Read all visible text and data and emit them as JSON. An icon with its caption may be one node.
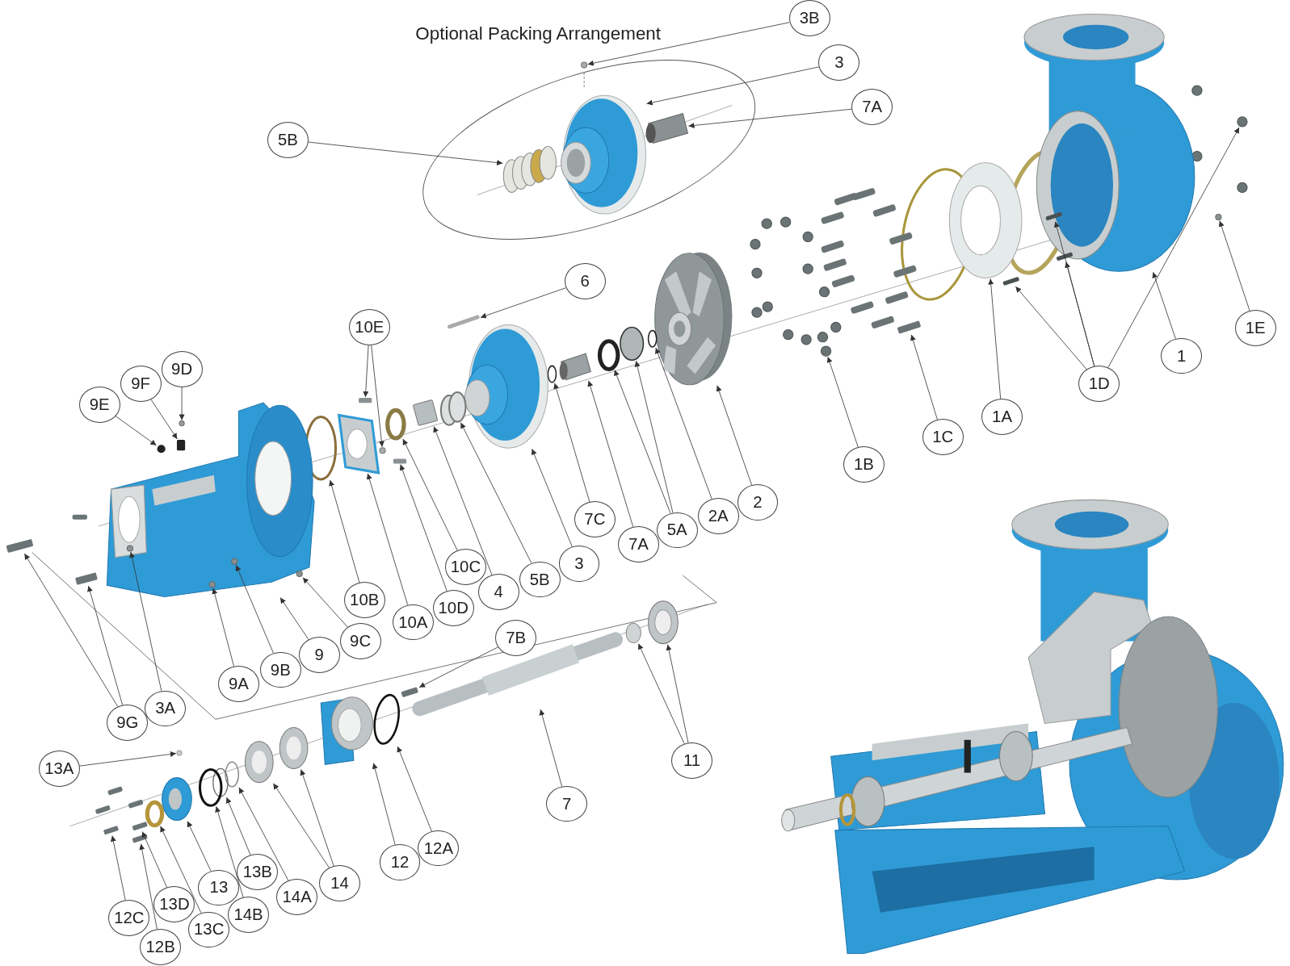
{
  "diagram": {
    "nodes": [
      {
        "text": [
          "3B"
        ]
      },
      {
        "text": [
          "3"
        ]
      },
      {
        "text": [
          "7A"
        ]
      },
      {
        "text": [
          "5B"
        ]
      },
      {
        "text": [
          "6"
        ]
      },
      {
        "text": [
          "10E"
        ]
      },
      {
        "text": [
          "1E"
        ]
      },
      {
        "text": [
          "1"
        ]
      },
      {
        "text": [
          "9D"
        ]
      },
      {
        "text": [
          "9F"
        ]
      },
      {
        "text": [
          "1D"
        ]
      },
      {
        "text": [
          "9E"
        ]
      },
      {
        "text": [
          "1A"
        ]
      },
      {
        "text": [
          "1C"
        ]
      },
      {
        "text": [
          "1B"
        ]
      },
      {
        "text": [
          "2"
        ]
      },
      {
        "text": [
          "2A"
        ]
      },
      {
        "text": [
          "7C"
        ]
      },
      {
        "text": [
          "5A"
        ]
      },
      {
        "text": [
          "7A"
        ]
      },
      {
        "text": [
          "3"
        ]
      },
      {
        "text": [
          "10C"
        ]
      },
      {
        "text": [
          "5B"
        ]
      },
      {
        "text": [
          "4"
        ]
      },
      {
        "text": [
          "10B"
        ]
      },
      {
        "text": [
          "10D"
        ]
      },
      {
        "text": [
          "10A"
        ]
      },
      {
        "text": [
          "7B"
        ]
      },
      {
        "text": [
          "9C"
        ]
      },
      {
        "text": [
          "9"
        ]
      },
      {
        "text": [
          "9B"
        ]
      },
      {
        "text": [
          "9A"
        ]
      },
      {
        "text": [
          "3A"
        ]
      },
      {
        "text": [
          "9G"
        ]
      },
      {
        "text": [
          "11"
        ]
      },
      {
        "text": [
          "13A"
        ]
      },
      {
        "text": [
          "7"
        ]
      },
      {
        "text": [
          "12A"
        ]
      },
      {
        "text": [
          "12"
        ]
      },
      {
        "text": [
          "13B"
        ]
      },
      {
        "text": [
          "14"
        ]
      },
      {
        "text": [
          "13"
        ]
      },
      {
        "text": [
          "14A"
        ]
      },
      {
        "text": [
          "13D"
        ]
      },
      {
        "text": [
          "14B"
        ]
      },
      {
        "text": [
          "12C"
        ]
      },
      {
        "text": [
          "13C"
        ]
      },
      {
        "text": [
          "12B"
        ]
      },
      {
        "text": [],
        "shape": "circle"
      },
      {
        "text": [],
        "shape": "picture"
      },
      {
        "text": [],
        "shape": "picture"
      },
      {
        "text": [],
        "shape": "picture"
      },
      {
        "text": [],
        "shape": "box"
      },
      {
        "text": [],
        "shape": "box"
      },
      {
        "text": [],
        "shape": "circle"
      },
      {
        "text": [],
        "shape": "circle"
      },
      {
        "text": [],
        "shape": "picture"
      },
      {
        "text": [],
        "shape": "circle"
      },
      {
        "text": [],
        "shape": "box"
      },
      {
        "text": [],
        "shape": "box"
      },
      {
        "text": [],
        "shape": "box"
      },
      {
        "text": [],
        "shape": "box",
        "in": 56
      },
      {
        "text": [],
        "shape": "circle"
      },
      {
        "text": [],
        "shape": "circle"
      },
      {
        "text": [],
        "shape": "picture"
      },
      {
        "text": [],
        "shape": "box"
      },
      {
        "text": [],
        "shape": "circle"
      },
      {
        "text": [],
        "shape": "picture"
      },
      {
        "text": [],
        "shape": "circle"
      },
      {
        "text": [],
        "shape": "circle"
      },
      {
        "text": [],
        "shape": "circle"
      },
      {
        "text": [],
        "shape": "circle"
      },
      {
        "text": [],
        "shape": "picture"
      },
      {
        "text": [],
        "shape": "picture"
      },
      {
        "text": [],
        "shape": "circle"
      },
      {
        "text": [],
        "shape": "circle"
      },
      {
        "text": [],
        "shape": "box"
      },
      {
        "text": [],
        "shape": "circle"
      },
      {
        "text": [],
        "shape": "box"
      },
      {
        "text": [],
        "shape": "picture"
      },
      {
        "text": [],
        "shape": "box"
      },
      {
        "text": [],
        "shape": "circle"
      },
      {
        "text": [],
        "shape": "picture"
      },
      {
        "text": [],
        "shape": "circle",
        "in": 82
      },
      {
        "text": [],
        "shape": "circle",
        "in": 82
      },
      {
        "text": [],
        "shape": "circle",
        "in": 82
      },
      {
        "text": [],
        "shape": "box"
      },
      {
        "text": [],
        "shape": "box"
      },
      {
        "text": [],
        "shape": "circle"
      },
      {
        "text": [],
        "shape": "picture"
      },
      {
        "text": [],
        "shape": "circle"
      },
      {
        "text": [],
        "shape": "picture"
      },
      {
        "text": [],
        "shape": "circle"
      },
      {
        "text": [],
        "shape": "picture"
      },
      {
        "text": [],
        "shape": "circle"
      },
      {
        "text": [],
        "shape": "picture"
      },
      {
        "text": [],
        "shape": "picture"
      },
      {
        "text": [],
        "shape": "picture"
      },
      {
        "text": [],
        "shape": "circle"
      },
      {
        "text": [],
        "shape": "box"
      },
      {
        "text": [],
        "shape": "circle"
      },
      {
        "text": [],
        "shape": "box"
      },
      {
        "text": [],
        "shape": "circle"
      },
      {
        "text": [],
        "shape": "box"
      }
    ],
    "edges": [
      {
        "from": 0,
        "to": 48,
        "arrow": "to"
      },
      {
        "from": 1,
        "to": 49,
        "arrow": "to"
      },
      {
        "from": 2,
        "to": 50,
        "arrow": "to"
      },
      {
        "from": 3,
        "to": 51,
        "arrow": "to"
      },
      {
        "from": 4,
        "to": 52,
        "arrow": "to"
      },
      {
        "from": 5,
        "to": 53,
        "arrow": "to"
      },
      {
        "from": 5,
        "to": 54,
        "arrow": "to"
      },
      {
        "from": 6,
        "to": 55,
        "arrow": "to"
      },
      {
        "from": 7,
        "to": 56,
        "arrow": "to"
      },
      {
        "from": 8,
        "to": 57,
        "arrow": "to"
      },
      {
        "from": 9,
        "to": 58,
        "arrow": "to"
      },
      {
        "from": 10,
        "to": 59,
        "arrow": "to"
      },
      {
        "from": 10,
        "to": 60,
        "arrow": "to"
      },
      {
        "from": 10,
        "to": 61,
        "arrow": "to"
      },
      {
        "from": 10,
        "to": 62,
        "arrow": "to"
      },
      {
        "from": 11,
        "to": 63,
        "arrow": "to"
      },
      {
        "from": 12,
        "to": 64,
        "arrow": "to"
      },
      {
        "from": 13,
        "to": 65,
        "arrow": "to"
      },
      {
        "from": 14,
        "to": 66,
        "arrow": "to"
      },
      {
        "from": 15,
        "to": 67,
        "arrow": "to"
      },
      {
        "from": 16,
        "to": 68,
        "arrow": "to"
      },
      {
        "from": 17,
        "to": 69,
        "arrow": "to"
      },
      {
        "from": 18,
        "to": 70,
        "arrow": "to"
      },
      {
        "from": 18,
        "to": 71,
        "arrow": "to"
      },
      {
        "from": 19,
        "to": 72,
        "arrow": "to"
      },
      {
        "from": 20,
        "to": 73,
        "arrow": "to"
      },
      {
        "from": 21,
        "to": 74,
        "arrow": "to"
      },
      {
        "from": 22,
        "to": 75,
        "arrow": "to"
      },
      {
        "from": 23,
        "to": 76,
        "arrow": "to"
      },
      {
        "from": 24,
        "to": 77,
        "arrow": "to"
      },
      {
        "from": 25,
        "to": 78,
        "arrow": "to"
      },
      {
        "from": 26,
        "to": 79,
        "arrow": "to"
      },
      {
        "from": 27,
        "to": 80,
        "arrow": "to"
      },
      {
        "from": 28,
        "to": 81,
        "arrow": "to"
      },
      {
        "from": 29,
        "to": 82,
        "arrow": "to"
      },
      {
        "from": 30,
        "to": 83,
        "arrow": "to"
      },
      {
        "from": 31,
        "to": 84,
        "arrow": "to"
      },
      {
        "from": 32,
        "to": 85,
        "arrow": "to"
      },
      {
        "from": 33,
        "to": 86,
        "arrow": "to"
      },
      {
        "from": 33,
        "to": 87,
        "arrow": "to"
      },
      {
        "from": 34,
        "to": 88,
        "arrow": "to"
      },
      {
        "from": 34,
        "to": 89,
        "arrow": "to"
      },
      {
        "from": 35,
        "to": 90,
        "arrow": "to"
      },
      {
        "from": 36,
        "to": 91,
        "arrow": "to"
      },
      {
        "from": 37,
        "to": 92,
        "arrow": "to"
      },
      {
        "from": 38,
        "to": 93,
        "arrow": "to"
      },
      {
        "from": 39,
        "to": 94,
        "arrow": "to"
      },
      {
        "from": 40,
        "to": 95,
        "arrow": "to"
      },
      {
        "from": 40,
        "to": 96,
        "arrow": "to"
      },
      {
        "from": 41,
        "to": 97,
        "arrow": "to"
      },
      {
        "from": 42,
        "to": 98,
        "arrow": "to"
      },
      {
        "from": 43,
        "to": 99,
        "arrow": "to"
      },
      {
        "from": 44,
        "to": 100,
        "arrow": "to"
      },
      {
        "from": 45,
        "to": 101,
        "arrow": "to"
      },
      {
        "from": 46,
        "to": 102,
        "arrow": "to"
      },
      {
        "from": 47,
        "to": 103,
        "arrow": "to"
      }
    ],
    "labels": [
      "Optional Packing Arrangement"
    ]
  }
}
